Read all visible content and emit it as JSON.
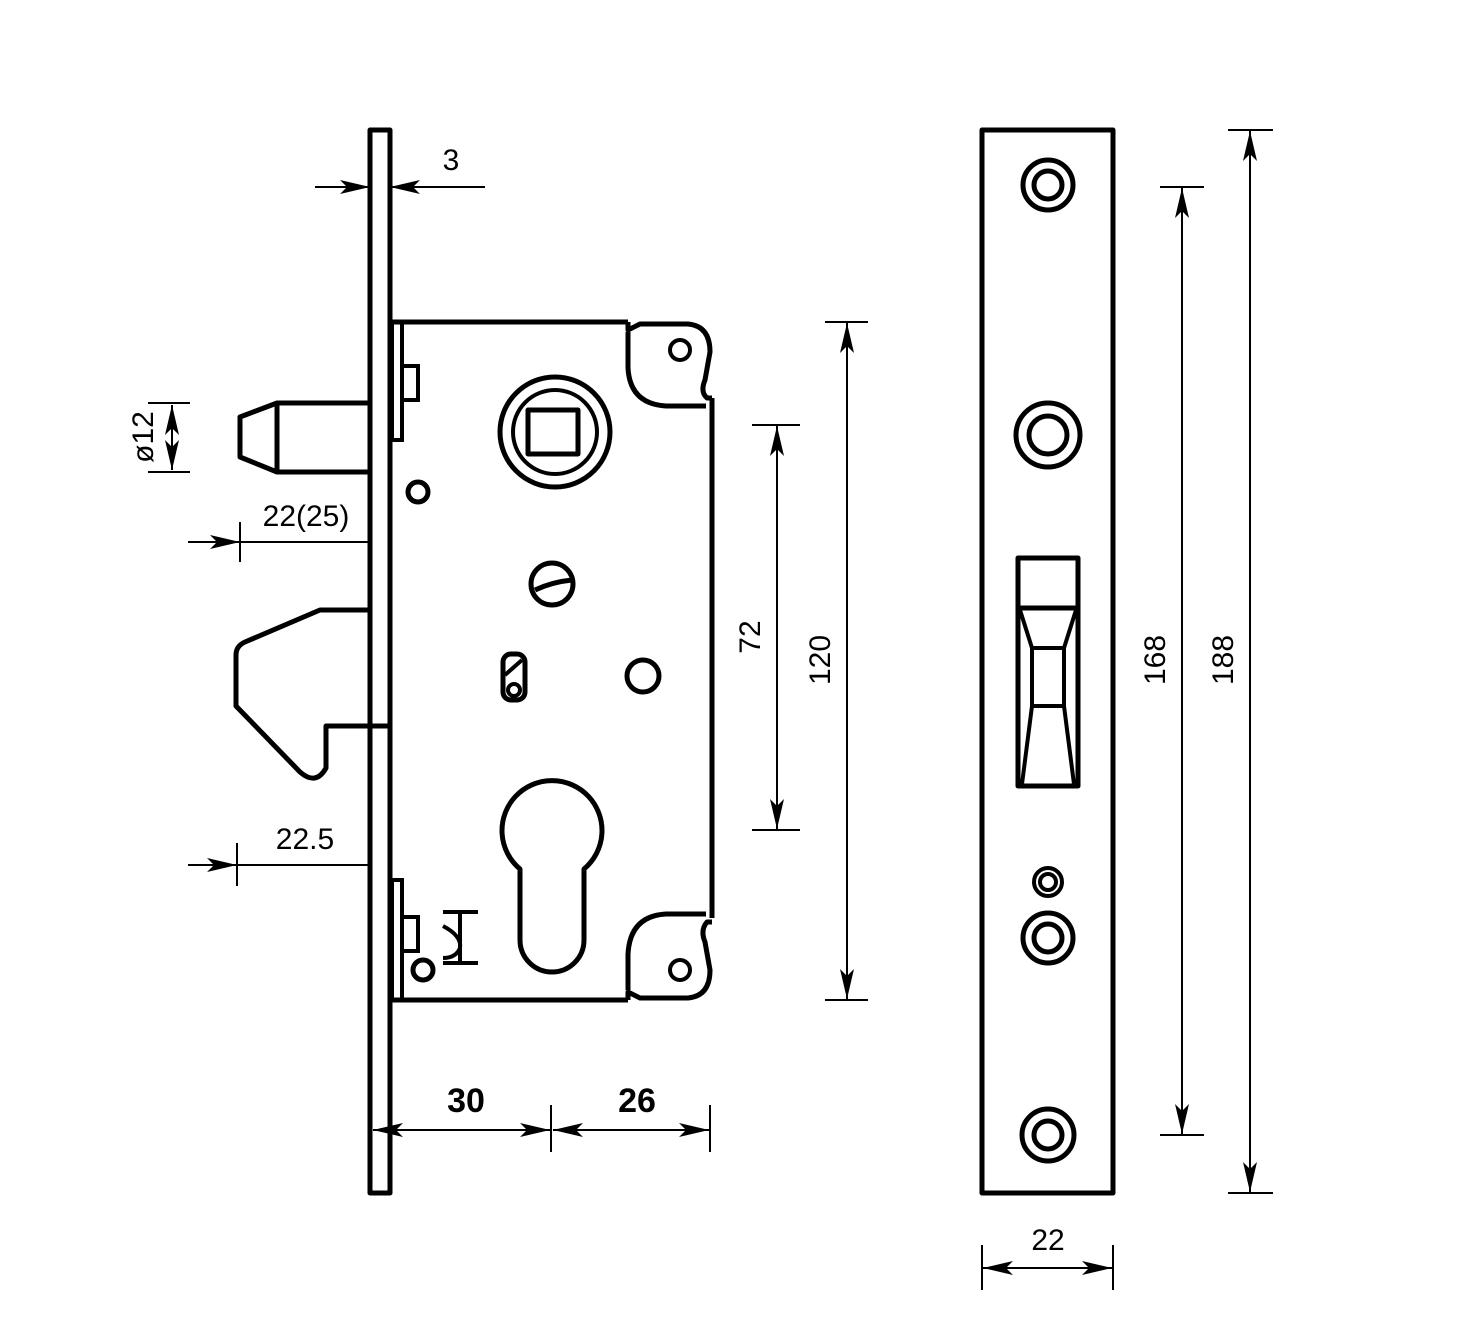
{
  "drawing": {
    "title": "Mortise hook lock dimensions",
    "colors": {
      "line": "#000000",
      "background": "#ffffff"
    },
    "dimensions": {
      "faceplate_thickness": "3",
      "bolt_diameter": "ø12",
      "hook_projection": "22(25)",
      "hook_depth": "22.5",
      "backset": "30",
      "body_rest": "26",
      "spindle_to_cylinder": "72",
      "body_height": "120",
      "screw_spacing": "168",
      "faceplate_height": "188",
      "faceplate_width": "22"
    }
  }
}
